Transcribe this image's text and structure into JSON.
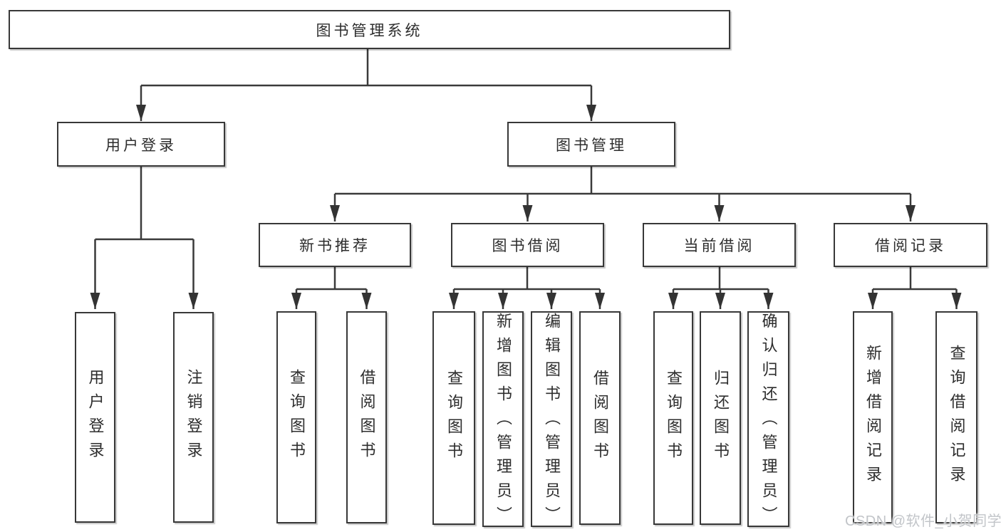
{
  "diagram": {
    "root": {
      "label": "图书管理系统",
      "children": [
        {
          "label": "用户登录",
          "children": [
            {
              "label": "用户登录"
            },
            {
              "label": "注销登录"
            }
          ]
        },
        {
          "label": "图书管理",
          "children": [
            {
              "label": "新书推荐",
              "children": [
                {
                  "label": "查询图书"
                },
                {
                  "label": "借阅图书"
                }
              ]
            },
            {
              "label": "图书借阅",
              "children": [
                {
                  "label": "查询图书"
                },
                {
                  "label": "新增图书（管理员）"
                },
                {
                  "label": "编辑图书（管理员）"
                },
                {
                  "label": "借阅图书"
                }
              ]
            },
            {
              "label": "当前借阅",
              "children": [
                {
                  "label": "查询图书"
                },
                {
                  "label": "归还图书"
                },
                {
                  "label": "确认归还（管理员）"
                }
              ]
            },
            {
              "label": "借阅记录",
              "children": [
                {
                  "label": "新增借阅记录"
                },
                {
                  "label": "查询借阅记录"
                }
              ]
            }
          ]
        }
      ]
    }
  },
  "watermark": {
    "text": "CSDN @软件_小贺同学"
  },
  "colors": {
    "line": "#3a3a3a",
    "arrow": "#333333",
    "box_border": "#383838",
    "text": "#2d2d2d",
    "watermark": "#c2c5c9",
    "background": "#ffffff"
  }
}
